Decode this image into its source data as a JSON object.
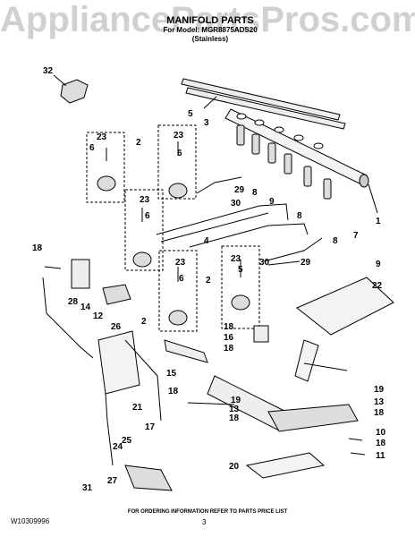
{
  "watermark": "AppliancePartsPros.com",
  "header": {
    "title": "MANIFOLD PARTS",
    "model_line": "For Model: MGR8875ADS20",
    "finish": "(Stainless)"
  },
  "callouts": {
    "c32": "32",
    "c5": "5",
    "c3": "3",
    "c23a": "23",
    "c6a": "6",
    "c2a": "2",
    "c23b": "23",
    "c6b": "6",
    "c8a": "8",
    "c29a": "29",
    "c9a": "9",
    "c8b": "8",
    "c7": "7",
    "c1": "1",
    "c23c": "23",
    "c6c": "6",
    "c30a": "30",
    "c4": "4",
    "c8c": "8",
    "c18a": "18",
    "c23d": "23",
    "c6d": "6",
    "c23e": "23",
    "c5b": "5",
    "c30b": "30",
    "c29b": "29",
    "c9b": "9",
    "c22": "22",
    "c28": "28",
    "c12": "12",
    "c14": "14",
    "c2b": "2",
    "c2c": "2",
    "c18b": "18",
    "c16": "16",
    "c18c": "18",
    "c26": "26",
    "c15": "15",
    "c18d": "18",
    "c19a": "19",
    "c13a": "13",
    "c18e": "18",
    "c19b": "19",
    "c13b": "13",
    "c18f": "18",
    "c21": "21",
    "c17": "17",
    "c25": "25",
    "c24": "24",
    "c10": "10",
    "c18g": "18",
    "c11": "11",
    "c20": "20",
    "c31": "31",
    "c27": "27"
  },
  "footer": {
    "note": "FOR ORDERING INFORMATION REFER TO PARTS PRICE LIST",
    "doc_number": "W10309996",
    "page": "3"
  }
}
